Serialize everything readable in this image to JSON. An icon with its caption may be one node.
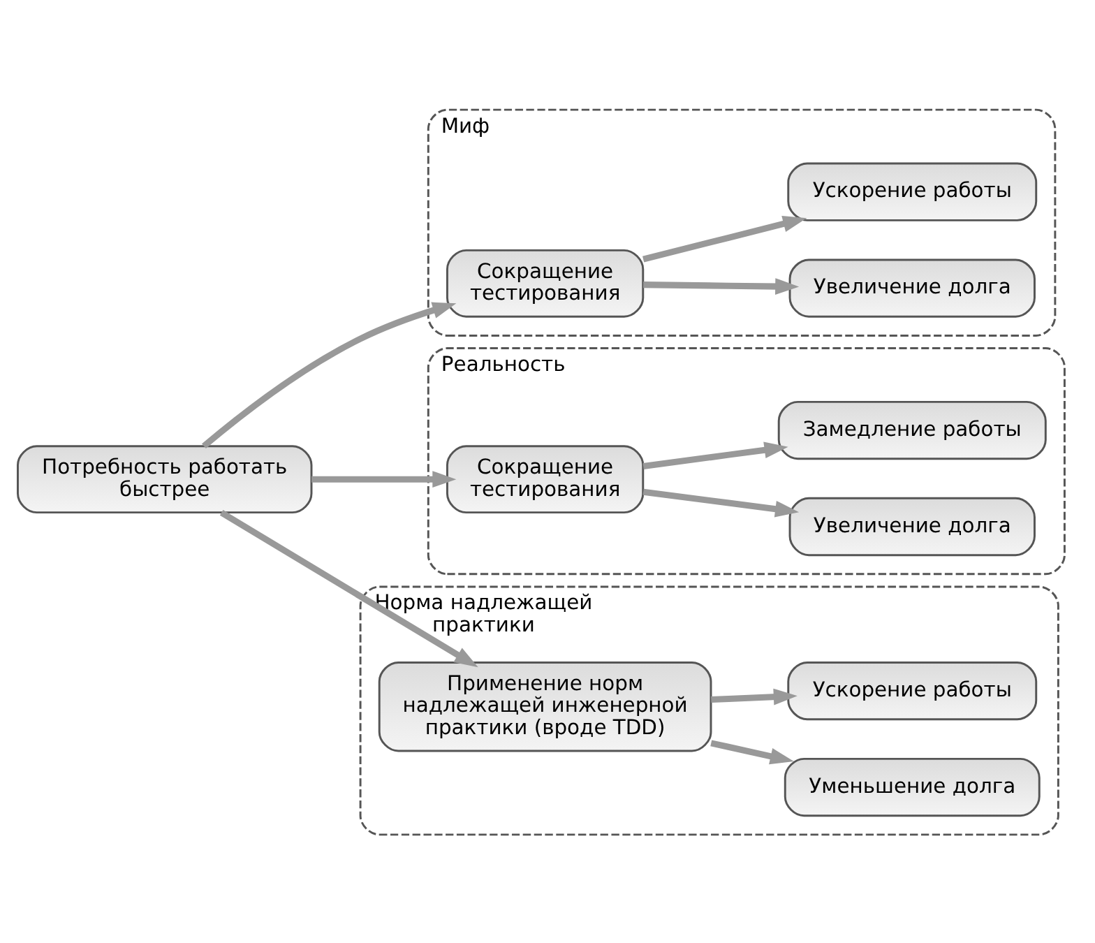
{
  "diagram": {
    "nodes": [
      {
        "text": [
          "Потребность работать быстрее"
        ]
      },
      {
        "text": [
          "Миф"
        ]
      },
      {
        "text": [
          "Сокращение тестирования"
        ],
        "in": 1
      },
      {
        "text": [
          "Увеличение долга"
        ],
        "in": 1
      },
      {
        "text": [
          "Ускорение работы"
        ],
        "in": 1
      },
      {
        "text": [
          "Реальность"
        ]
      },
      {
        "text": [
          "Сокращение тестирования"
        ],
        "in": 5
      },
      {
        "text": [
          "Увеличение долга"
        ],
        "in": 5
      },
      {
        "text": [
          "Замедление работы"
        ],
        "in": 5
      },
      {
        "text": [
          "Норма надлежащей практики"
        ]
      },
      {
        "text": [
          "Применение норм надлежащей инженерной практики (вроде TDD)"
        ],
        "in": 9
      },
      {
        "text": [
          "Уменьшение долга"
        ],
        "in": 9
      },
      {
        "text": [
          "Ускорение работы"
        ],
        "in": 9
      }
    ],
    "edges": [
      {
        "from": 0,
        "to": 2,
        "arrow": "to"
      },
      {
        "from": 0,
        "to": 6,
        "arrow": "to"
      },
      {
        "from": 0,
        "to": 10,
        "arrow": "to"
      },
      {
        "from": 2,
        "to": 3,
        "arrow": "to"
      },
      {
        "from": 2,
        "to": 4,
        "arrow": "to"
      },
      {
        "from": 6,
        "to": 7,
        "arrow": "to"
      },
      {
        "from": 6,
        "to": 8,
        "arrow": "to"
      },
      {
        "from": 10,
        "to": 11,
        "arrow": "to"
      },
      {
        "from": 10,
        "to": 12,
        "arrow": "to"
      }
    ]
  }
}
